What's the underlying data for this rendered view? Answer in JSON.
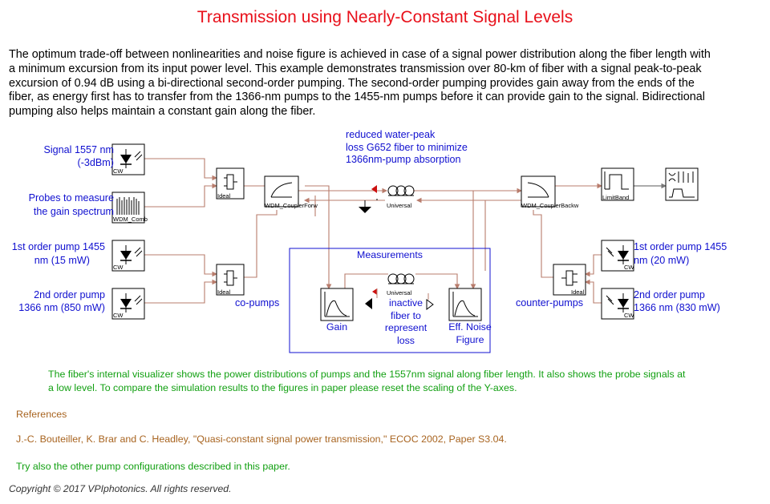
{
  "title": "Transmission using Nearly-Constant Signal Levels",
  "intro": "The optimum trade-off between nonlinearities and noise figure is achieved in case of a signal power distribution along the fiber length with a minimum excursion from its input power level. This example demonstrates transmission over 80-km of fiber with a signal peak-to-peak excursion of 0.94 dB using a bi-directional second-order pumping. The second-order pumping provides gain away from the ends of the fiber, as energy first has to transfer from the 1366-nm pumps to the 1455-nm pumps before it can provide gain to the signal. Bidirectional pumping also helps maintain a constant gain along the fiber.",
  "labels": {
    "signal_l1": "Signal 1557 nm",
    "signal_l2": "(-3dBm)",
    "probes_l1": "Probes to measure",
    "probes_l2": "the gain spectrum",
    "pump1f_l1": "1st order pump 1455",
    "pump1f_l2": "nm (15 mW)",
    "pump2f_l1": "2nd order pump",
    "pump2f_l2": "1366 nm (850 mW)",
    "fiber_l1": "reduced water-peak",
    "fiber_l2": "loss G652 fiber to minimize",
    "fiber_l3": "1366nm-pump absorption",
    "co_pumps": "co-pumps",
    "counter_pumps": "counter-pumps",
    "pump1b_l1": "1st order pump 1455",
    "pump1b_l2": "nm (20 mW)",
    "pump2b_l1": "2nd order pump",
    "pump2b_l2": "1366 nm (830 mW)",
    "measurements": "Measurements",
    "gain": "Gain",
    "inactive_l1": "inactive",
    "inactive_l2": "fiber to",
    "inactive_l3": "represent",
    "inactive_l4": "loss",
    "noise_l1": "Eff. Noise",
    "noise_l2": "Figure"
  },
  "blocks": {
    "cw": "CW",
    "wdm_comb": "WDM_Comb",
    "ideal": "Ideal",
    "wdm_forw": "WDM_CouplerForw",
    "wdm_backw": "WDM_CouplerBackw",
    "universal": "Universal",
    "limit_band": "LimitBand"
  },
  "note": "The fiber's internal visualizer shows the power distributions of pumps and the 1557nm signal along fiber length. It also shows the probe signals at a low level. To compare the simulation results to the figures in paper please reset the scaling of the Y-axes.",
  "references_heading": "References",
  "reference": "J.-C. Bouteiller, K. Brar and C. Headley, \"Quasi-constant signal power transmission,\" ECOC 2002, Paper S3.04.",
  "try_also": "Try also the other pump configurations described in this paper.",
  "copyright": "Copyright © 2017 VPIphotonics. All rights reserved.",
  "colors": {
    "title": "#e8101a",
    "labels": "#1010d0",
    "note": "#12a012",
    "references": "#a86420",
    "wires": "#b87c6c"
  }
}
